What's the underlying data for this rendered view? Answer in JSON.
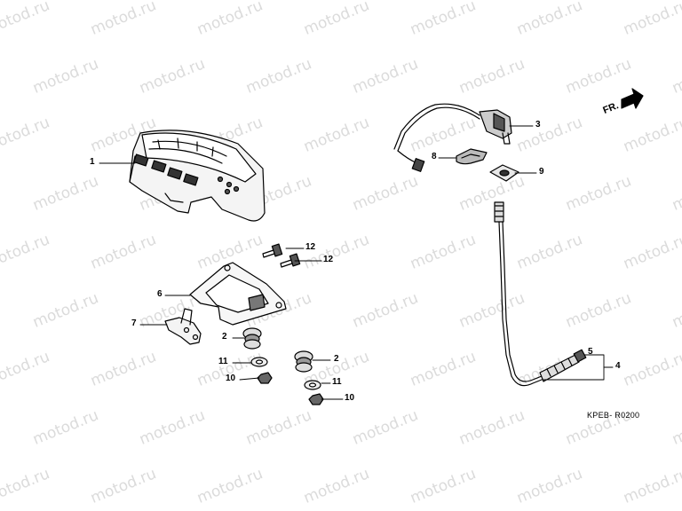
{
  "watermark": "motod.ru",
  "direction_label": "FR.",
  "diagram_code": "KPEB- R0200",
  "callouts": [
    {
      "id": "1",
      "text": "1"
    },
    {
      "id": "2a",
      "text": "2"
    },
    {
      "id": "2b",
      "text": "2"
    },
    {
      "id": "3",
      "text": "3"
    },
    {
      "id": "4",
      "text": "4"
    },
    {
      "id": "5",
      "text": "5"
    },
    {
      "id": "6",
      "text": "6"
    },
    {
      "id": "7",
      "text": "7"
    },
    {
      "id": "8",
      "text": "8"
    },
    {
      "id": "9",
      "text": "9"
    },
    {
      "id": "10a",
      "text": "10"
    },
    {
      "id": "10b",
      "text": "10"
    },
    {
      "id": "11a",
      "text": "11"
    },
    {
      "id": "11b",
      "text": "11"
    },
    {
      "id": "12a",
      "text": "12"
    },
    {
      "id": "12b",
      "text": "12"
    }
  ]
}
